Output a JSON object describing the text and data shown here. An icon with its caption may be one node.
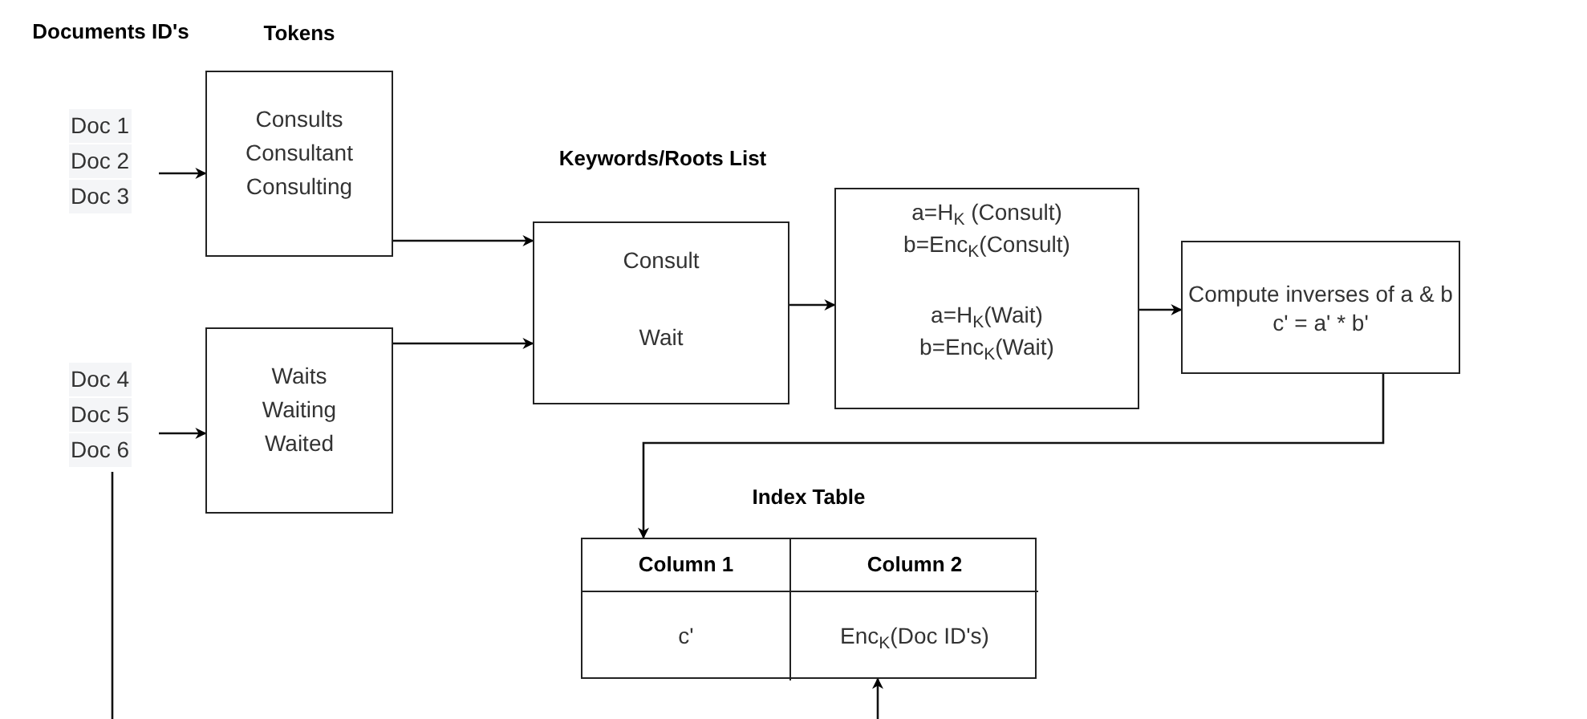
{
  "diagram": {
    "nodes": [
      {
        "text": [
          "Documents ID's",
          "Doc 1",
          "Doc 2",
          "Doc 3"
        ]
      },
      {
        "text": [
          "Tokens",
          "Consults",
          "Consultant",
          "Consulting"
        ]
      },
      {
        "text": [
          "Doc 4",
          "Doc 5",
          "Doc 6"
        ]
      },
      {
        "text": [
          "Waits",
          "Waiting",
          "Waited"
        ]
      },
      {
        "text": [
          "Keywords/Roots List",
          "Consult",
          "Wait"
        ]
      },
      {
        "text": [
          "a=H$_{K}$ (Consult)",
          "b=Enc$_{K}$(Consult)",
          "a=H$_{K}$(Wait)",
          "b=Enc$_{K}$(Wait)"
        ]
      },
      {
        "text": [
          "Compute inverses of a & b",
          "c' = a' * b'"
        ]
      },
      {
        "text": [
          "Index Table"
        ]
      },
      {
        "text": [
          "Column 1"
        ],
        "in": 7
      },
      {
        "text": [
          "Column 2"
        ],
        "in": 7
      },
      {
        "text": [
          "c'"
        ],
        "in": 7
      },
      {
        "text": [
          "Enc$_{K}$(Doc ID's)"
        ],
        "in": 7
      }
    ],
    "edges": [
      {
        "from": 0,
        "to": 1,
        "arrow": "to"
      },
      {
        "from": 2,
        "to": 3,
        "arrow": "to"
      },
      {
        "from": 1,
        "to": 4,
        "arrow": "to"
      },
      {
        "from": 3,
        "to": 4,
        "arrow": "to"
      },
      {
        "from": 4,
        "to": 5,
        "arrow": "to"
      },
      {
        "from": 5,
        "to": 6,
        "arrow": "to"
      },
      {
        "from": 6,
        "to": 7,
        "arrow": "to"
      },
      {
        "from": 2,
        "to": null,
        "arrow": "none"
      },
      {
        "from": null,
        "to": 11,
        "arrow": "to"
      }
    ]
  }
}
